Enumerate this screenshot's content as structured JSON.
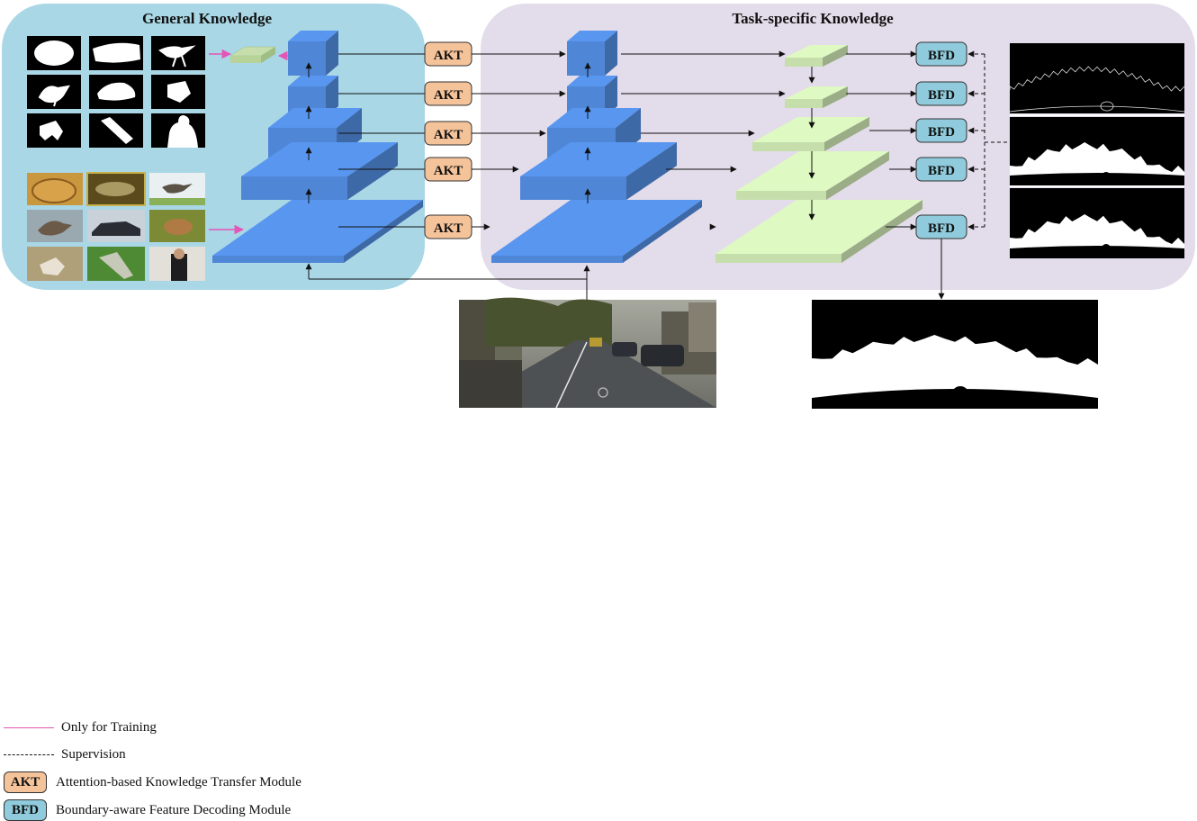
{
  "panels": {
    "general_title": "General Knowledge",
    "task_title": "Task-specific Knowledge"
  },
  "modules": {
    "akt": "AKT",
    "bfd": "BFD"
  },
  "legend": {
    "training": "Only for Training",
    "supervision": "Supervision",
    "akt_desc": "Attention-based Knowledge Transfer Module",
    "bfd_desc": "Boundary-aware Feature Decoding Module"
  },
  "colors": {
    "general_bg": "#a9d7e6",
    "task_bg": "#e3dcea",
    "encoder_blue": "#4f86d6",
    "decoder_green": "#c6deac",
    "akt_fill": "#f5c39a",
    "bfd_fill": "#8fcbdc",
    "training_arrow": "#e455b8"
  }
}
